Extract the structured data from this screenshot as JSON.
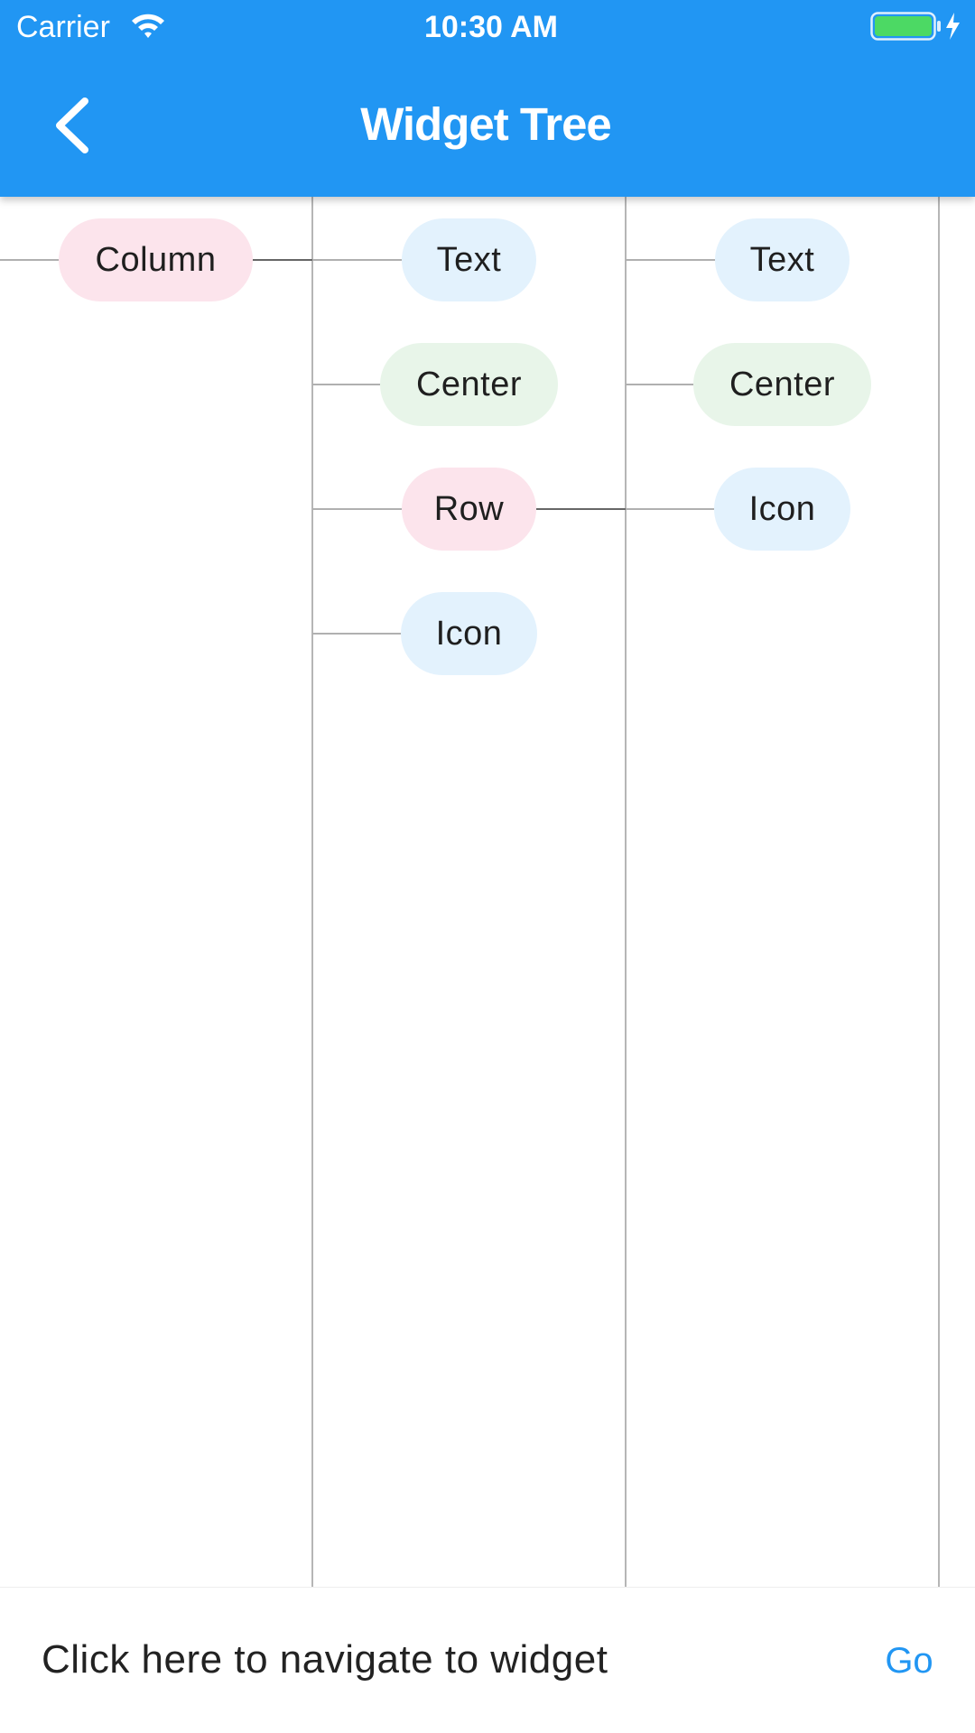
{
  "status_bar": {
    "carrier": "Carrier",
    "time": "10:30 AM",
    "wifi_icon": "wifi-icon",
    "battery_icon": "battery-charging-icon",
    "battery_level": 1.0,
    "battery_color": "#4CD964"
  },
  "app_bar": {
    "title": "Widget Tree",
    "back_icon": "chevron-left-icon",
    "color": "#2196F3"
  },
  "tree": {
    "columns": [
      {
        "nodes": [
          {
            "label": "Column",
            "color": "pink"
          }
        ]
      },
      {
        "nodes": [
          {
            "label": "Text",
            "color": "blue"
          },
          {
            "label": "Center",
            "color": "green"
          },
          {
            "label": "Row",
            "color": "pink"
          },
          {
            "label": "Icon",
            "color": "blue"
          }
        ]
      },
      {
        "nodes": [
          {
            "label": "Text",
            "color": "blue"
          },
          {
            "label": "Center",
            "color": "green"
          },
          {
            "label": "Icon",
            "color": "blue"
          }
        ]
      }
    ],
    "colors": {
      "pink": "#FCE4EC",
      "blue": "#E3F2FD",
      "green": "#E8F5E9"
    }
  },
  "bottom_bar": {
    "hint": "Click here to navigate to widget",
    "go_label": "Go"
  }
}
